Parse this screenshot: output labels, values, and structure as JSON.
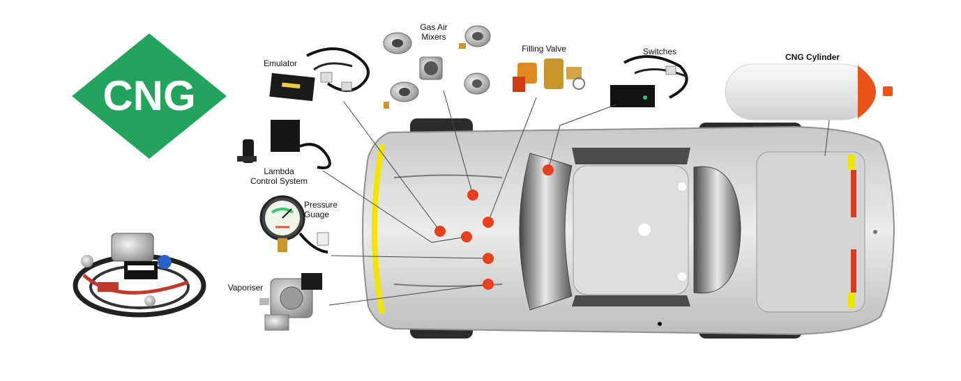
{
  "logo": {
    "text": "CNG",
    "color": "#22a45d"
  },
  "components": {
    "emulator": "Emulator",
    "gas_air_mixers": "Gas Air\nMixers",
    "filling_valve": "Filling Valve",
    "switches": "Switches",
    "cng_cylinder": "CNG Cylinder",
    "lambda_control_system": "Lambda\nControl System",
    "pressure_gauge": "Pressure\nGuage",
    "vaporiser": "Vaporiser"
  },
  "colors": {
    "marker": "#e8401c",
    "car_body": "#d9d9d9",
    "headlight": "#f2e600",
    "taillight": "#d93b1f"
  }
}
